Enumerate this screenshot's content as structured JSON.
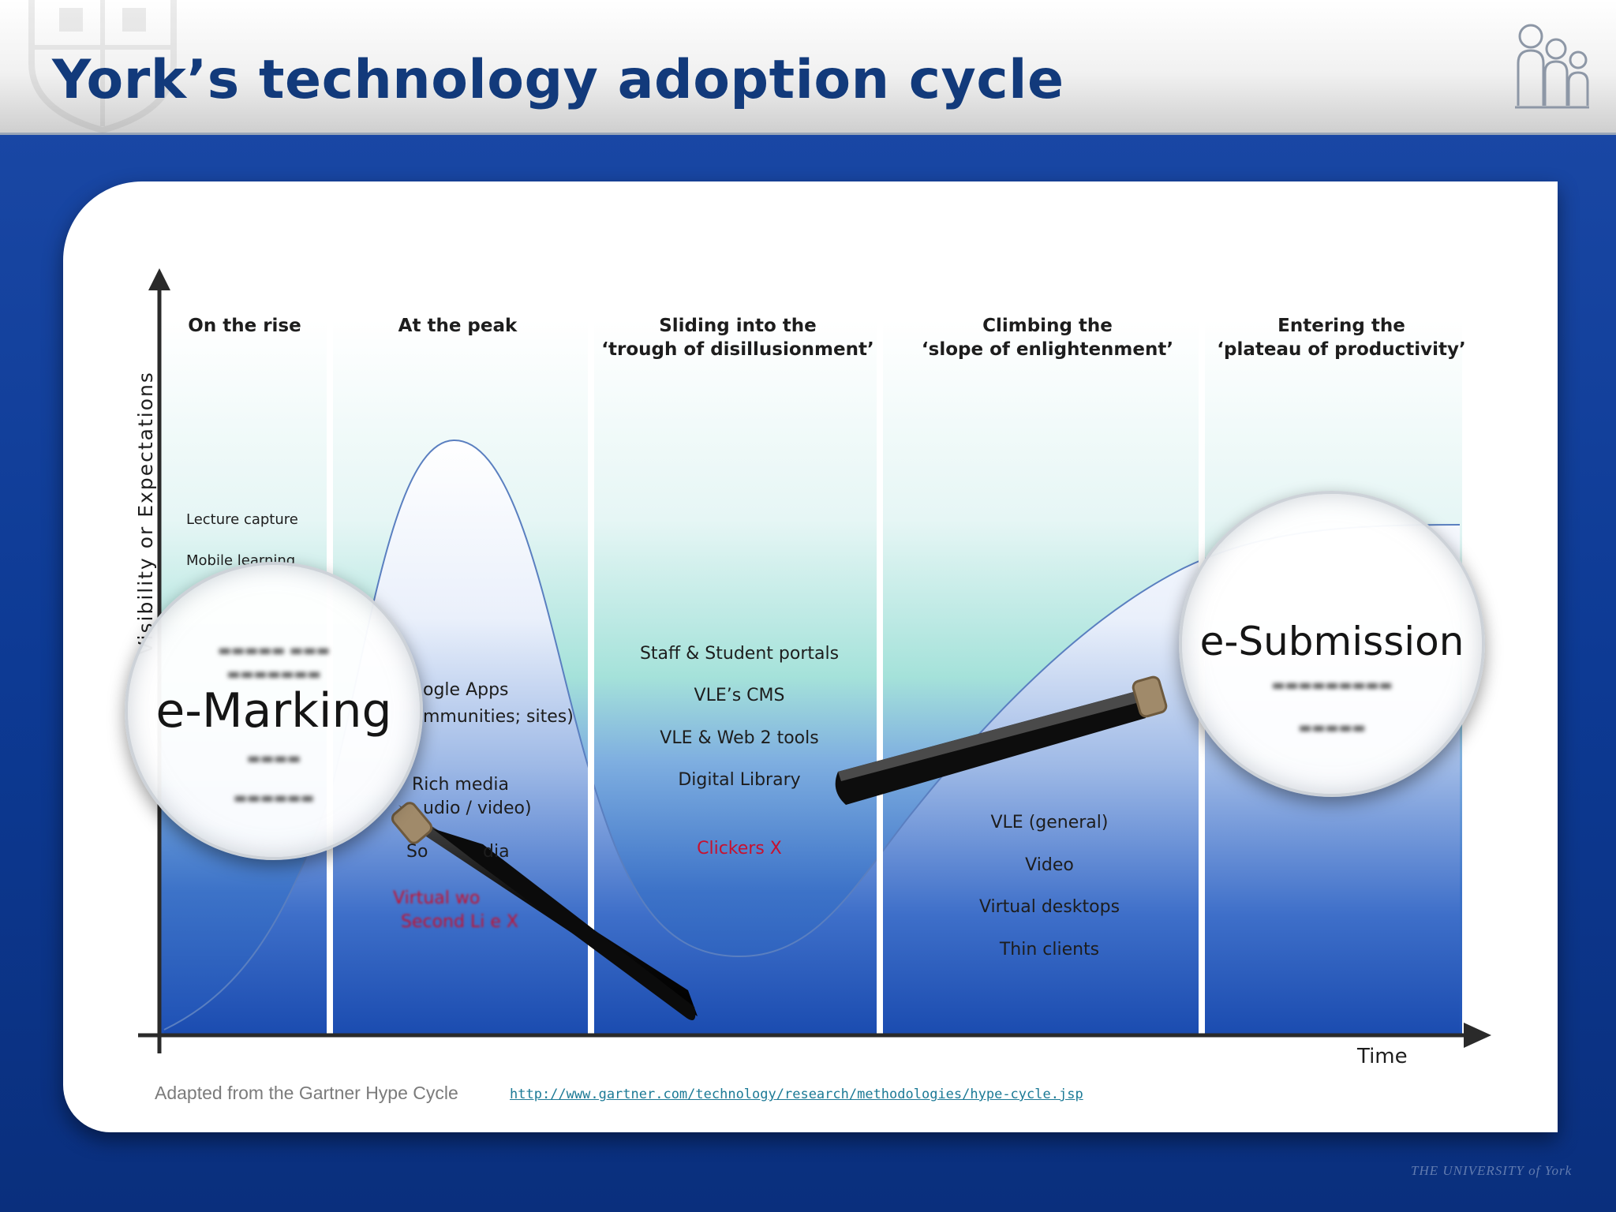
{
  "slide": {
    "title": "York’s technology adoption cycle"
  },
  "axes": {
    "y_label": "Visibility or Expectations",
    "x_label": "Time"
  },
  "phases": [
    {
      "title_line1": "On the rise",
      "title_line2": ""
    },
    {
      "title_line1": "At the peak",
      "title_line2": ""
    },
    {
      "title_line1": "Sliding into the",
      "title_line2": "‘trough of disillusionment’"
    },
    {
      "title_line1": "Climbing the",
      "title_line2": "‘slope of enlightenment’"
    },
    {
      "title_line1": "Entering the",
      "title_line2": "‘plateau of productivity’"
    }
  ],
  "items": {
    "on_the_rise": [
      "Lecture capture",
      "Mobile learning"
    ],
    "at_the_peak": [
      "ogle Apps",
      "mmunities; sites)",
      "Rich media",
      "udio / video)",
      "So",
      "dia",
      "Virtual wo",
      "Second Li e X"
    ],
    "trough": [
      "Staff & Student portals",
      "VLE’s CMS",
      "VLE & Web 2 tools",
      "Digital Library",
      "Clickers X"
    ],
    "slope": [
      "VLE (general)",
      "Video",
      "Virtual desktops",
      "Thin clients"
    ]
  },
  "magnifiers": {
    "left": "e-Marking",
    "right": "e-Submission"
  },
  "footer": {
    "note": "Adapted from the Gartner Hype Cycle",
    "link": "http://www.gartner.com/technology/research/methodologies/hype-cycle.jsp",
    "wordmark": "THE UNIVERSITY of York"
  },
  "colors": {
    "title": "#123a7b",
    "background_blue": "#0d3a94",
    "band_blue": "#1f51b5",
    "band_light": "#a5e2da",
    "red_text": "#c8102e",
    "link": "#1c7a96"
  }
}
